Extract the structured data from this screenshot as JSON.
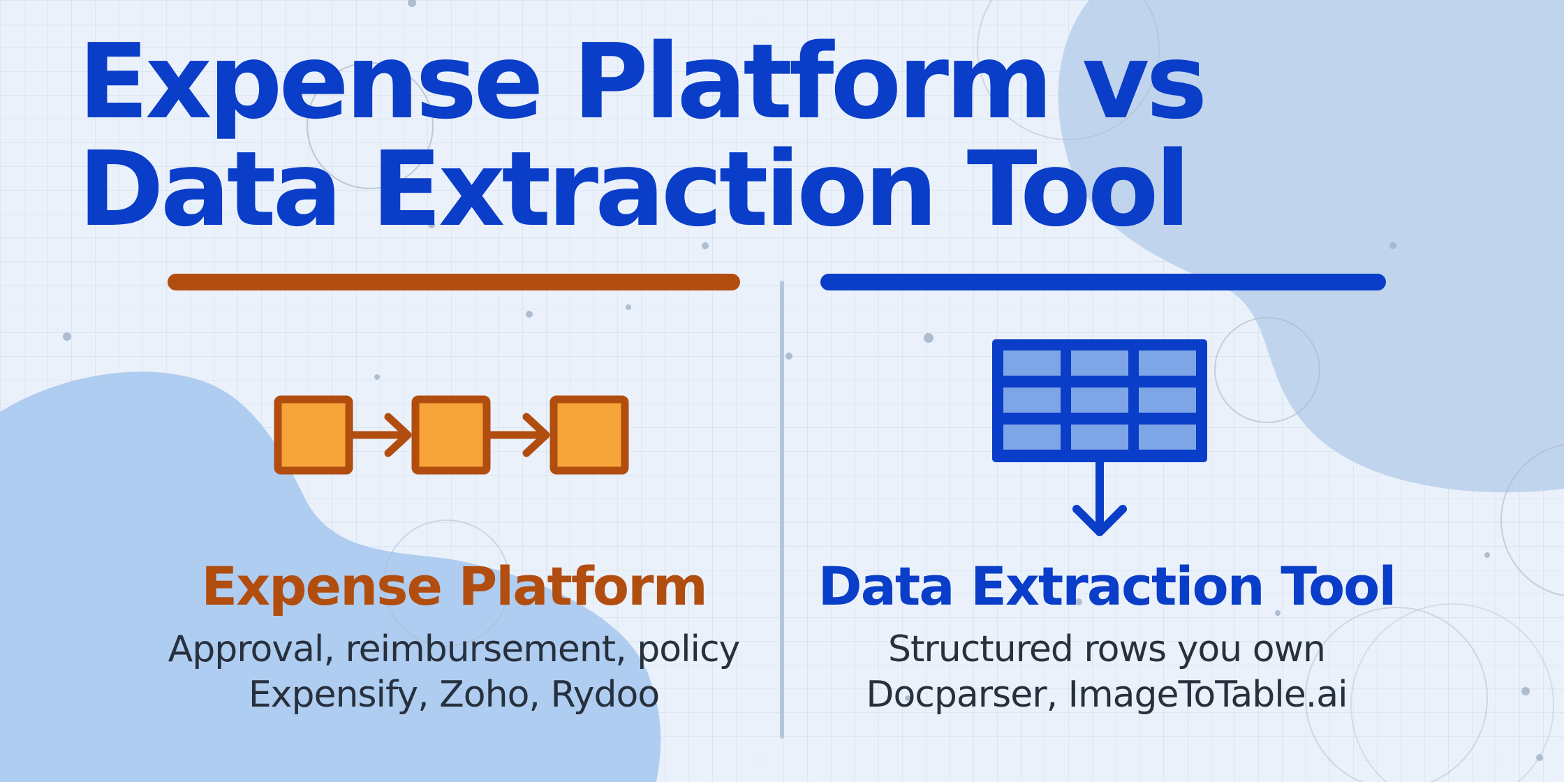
{
  "title": {
    "line1": "Expense Platform vs",
    "line2": "Data Extraction Tool"
  },
  "colors": {
    "title": "#0a3dc8",
    "left_accent": "#b24d10",
    "left_fill": "#f6a33a",
    "right_accent": "#0a3dc8",
    "right_fill": "#7ea6e6",
    "text": "#27303d",
    "background": "#eaf1fa"
  },
  "left": {
    "icon": "workflow-steps-icon",
    "heading": "Expense Platform",
    "line1": "Approval, reimbursement, policy",
    "line2": "Expensify, Zoho, Rydoo"
  },
  "right": {
    "icon": "table-export-icon",
    "heading": "Data Extraction Tool",
    "line1": "Structured rows you own",
    "line2": "Docparser, ImageToTable.ai"
  }
}
